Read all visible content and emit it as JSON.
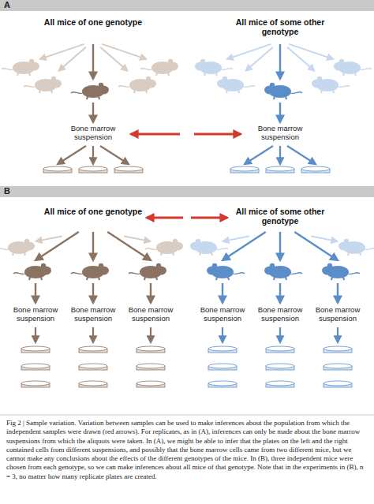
{
  "diagram": {
    "caption": "Fig 2 | Sample variation. Variation between samples can be used to make inferences about the population from which the independent samples were drawn (red arrows). For replicates, as in (A), inferences can only be made about the bone marrow suspensions from which the aliquots were taken. In (A), we might be able to infer that the plates on the left and the right contained cells from different suspensions, and possibly that the bone marrow cells came from two different mice, but we cannot make any conclusions about the effects of the different genotypes of the mice. In (B), three independent mice were chosen from each genotype, so we can make inferences about all mice of that genotype. Note that in the experiments in (B), n = 3, no matter how many replicate plates are created.",
    "labels": [
      "A",
      "All mice of one genotype",
      "Bone marrow suspension",
      "All mice of some other genotype",
      "Bone marrow suspension",
      "B",
      "All mice of one genotype",
      "Bone marrow suspension",
      "Bone marrow suspension",
      "Bone marrow suspension",
      "All mice of some other genotype",
      "Bone marrow suspension",
      "Bone marrow suspension",
      "Bone marrow suspension"
    ]
  }
}
